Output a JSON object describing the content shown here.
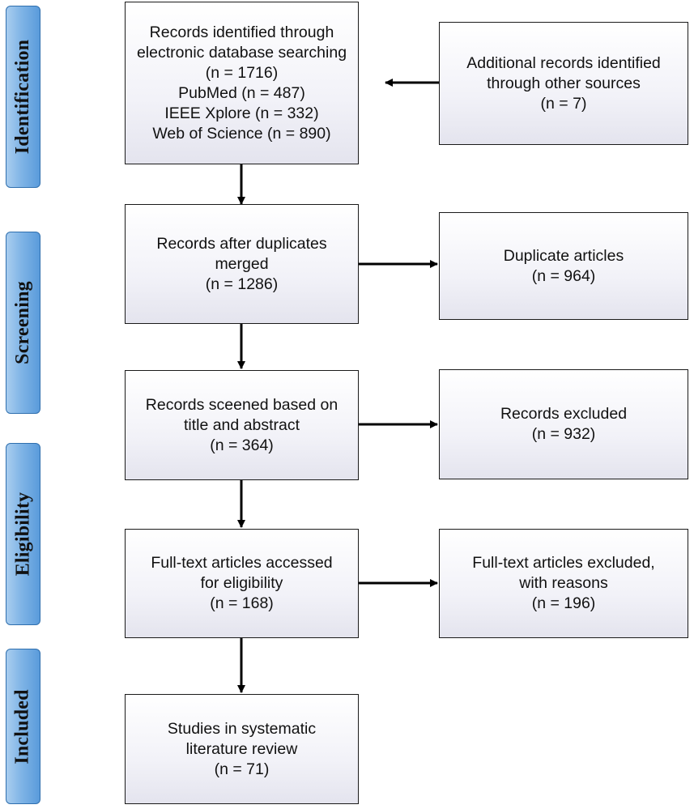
{
  "phases": {
    "identification": "Identification",
    "screening": "Screening",
    "eligibility": "Eligibility",
    "included": "Included"
  },
  "boxes": {
    "database": {
      "lines": [
        "Records identified through",
        "electronic database searching",
        "(n = 1716)",
        "PubMed (n = 487)",
        "IEEE Xplore (n = 332)",
        "Web of Science (n = 890)"
      ]
    },
    "additional": {
      "lines": [
        "Additional records identified",
        "through other sources",
        "(n = 7)"
      ]
    },
    "merged": {
      "lines": [
        "Records after duplicates",
        "merged",
        "(n = 1286)"
      ]
    },
    "duplicates": {
      "lines": [
        "Duplicate articles",
        "(n = 964)"
      ]
    },
    "screened": {
      "lines": [
        "Records sceened based on",
        "title and abstract",
        "(n = 364)"
      ]
    },
    "excluded": {
      "lines": [
        "Records excluded",
        "(n = 932)"
      ]
    },
    "fulltext": {
      "lines": [
        "Full-text articles accessed",
        "for eligibility",
        "(n = 168)"
      ]
    },
    "fulltext_excluded": {
      "lines": [
        "Full-text articles excluded,",
        "with reasons",
        "(n = 196)"
      ]
    },
    "included": {
      "lines": [
        "Studies in systematic",
        "literature review",
        "(n = 71)"
      ]
    }
  }
}
